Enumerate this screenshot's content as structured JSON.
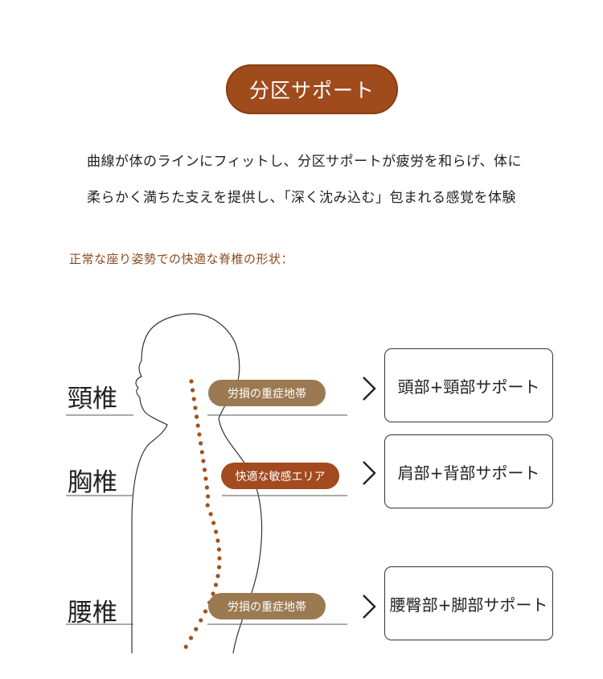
{
  "title": "分区サポート",
  "description": [
    "曲線が体のラインにフィットし、分区サポートが疲労を和らげ、体に",
    "柔らかく満ちた支えを提供し、「深く沈み込む」包まれる感覚を体験"
  ],
  "subheading": "正常な座り姿勢での快適な脊椎の形状：",
  "zones": [
    {
      "label": "頸椎",
      "tag": "労損の重症地帯",
      "support": "頭部+頸部サポート"
    },
    {
      "label": "胸椎",
      "tag": "快適な敏感エリア",
      "support": "肩部+背部サポート"
    },
    {
      "label": "腰椎",
      "tag": "労損の重症地帯",
      "support": "腰臀部+脚部サポート"
    }
  ],
  "colors": {
    "accent": "#a04b1c",
    "tag_tan": "#9b7a52",
    "tag_red": "#a34a1f",
    "spine_dots": "#a0521f"
  }
}
